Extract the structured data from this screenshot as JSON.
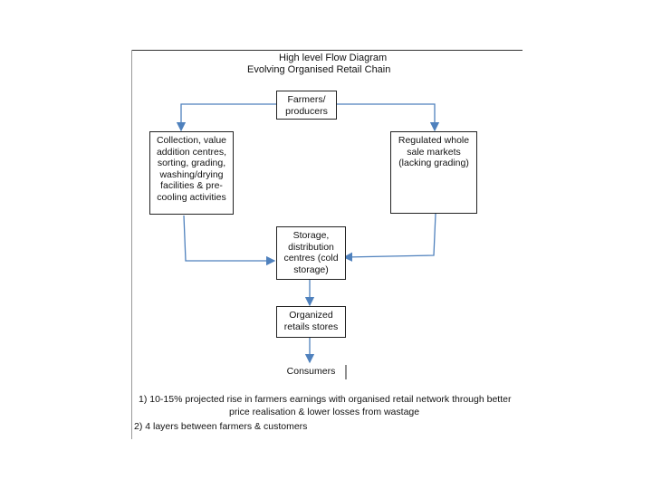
{
  "title": {
    "line1": "High level Flow Diagram",
    "line2": "Evolving Organised Retail Chain"
  },
  "nodes": {
    "farmers": "Farmers/\nproducers",
    "collection": "Collection, value\naddition centres,\nsorting, grading,\nwashing/drying\nfacilities & pre-\ncooling activities",
    "regulated": "Regulated whole\nsale markets\n(lacking grading)",
    "storage": "Storage,\ndistribution\ncentres (cold\nstorage)",
    "retail": "Organized\nretails stores",
    "consumers": "Consumers"
  },
  "notes": {
    "line1": "1) 10-15% projected rise in farmers earnings with organised retail network through better",
    "line2": "price realisation & lower losses from wastage",
    "line3": "2) 4 layers between farmers & customers"
  },
  "colors": {
    "arrow": "#4f81bd",
    "border": "#222222"
  }
}
